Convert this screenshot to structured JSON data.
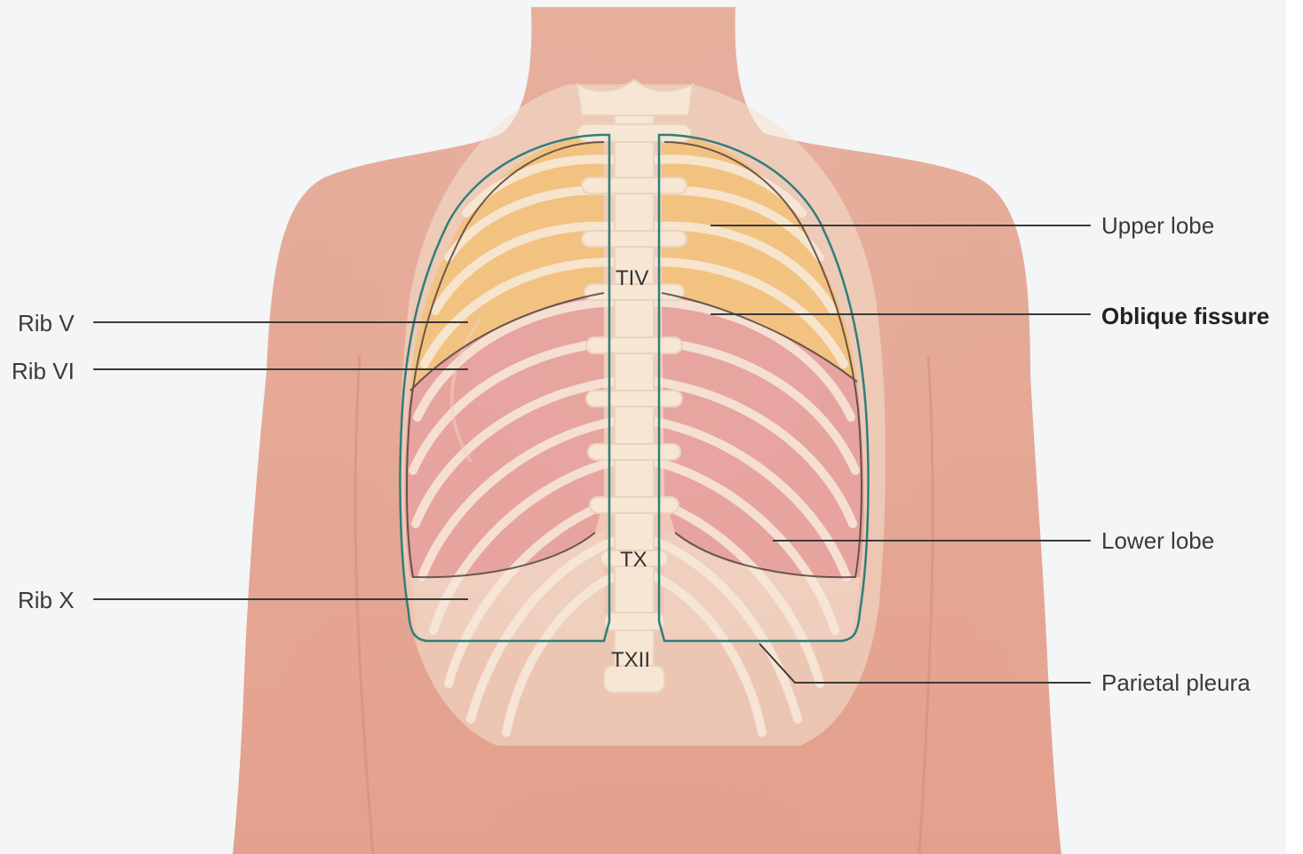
{
  "labels": {
    "upper_lobe": "Upper lobe",
    "oblique_fissure": "Oblique fissure",
    "lower_lobe": "Lower lobe",
    "parietal_pleura": "Parietal pleura",
    "rib_v": "Rib V",
    "rib_vi": "Rib VI",
    "rib_x": "Rib X"
  },
  "vertebrae": {
    "t4": "TIV",
    "t10": "TX",
    "t12": "TXII"
  },
  "colors": {
    "skin": "#e8b09a",
    "upper_lobe": "#f2c27a",
    "lower_lobe": "#e79a9a",
    "bone": "#f6e6d2",
    "pleura_line": "#2f7f7a",
    "leader_line": "#333333"
  }
}
